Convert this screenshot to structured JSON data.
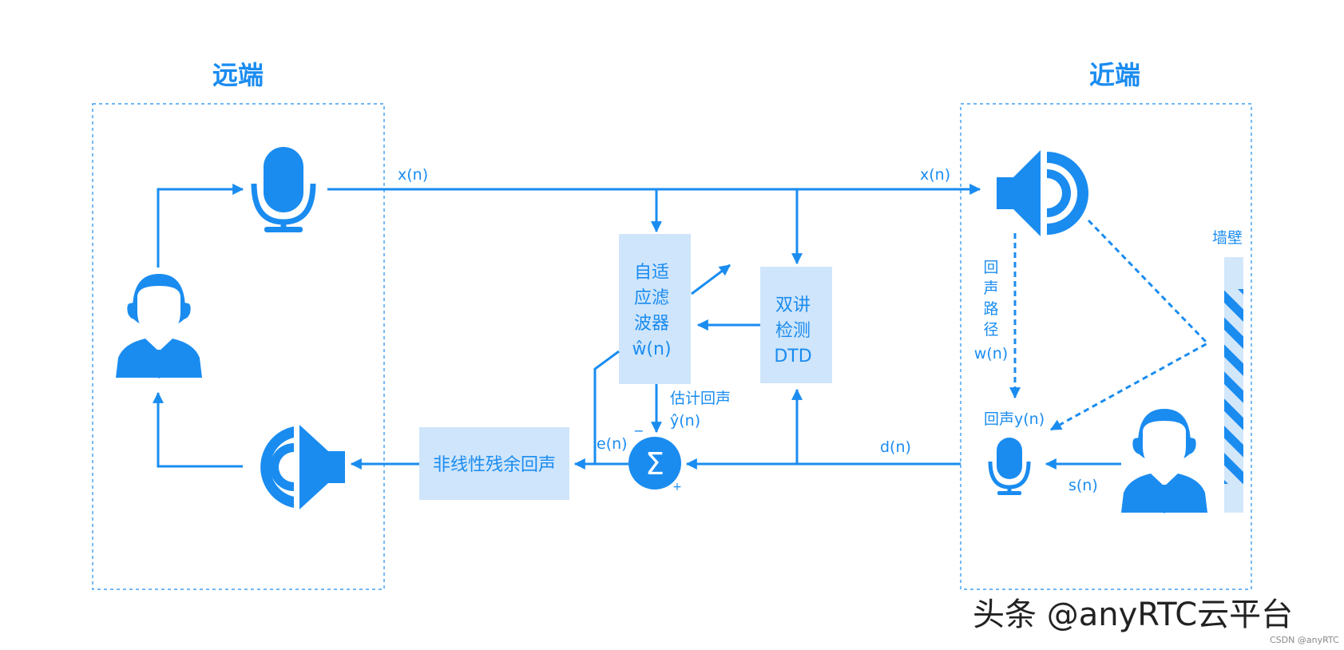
{
  "regions": {
    "far_end": "远端",
    "near_end": "近端"
  },
  "signals": {
    "x_far": "x(n)",
    "x_near": "x(n)",
    "d": "d(n)",
    "e": "e(n)",
    "s": "s(n)",
    "echo_y": "回声y(n)",
    "estimated_echo": "估计回声",
    "y_hat": "ŷ(n)"
  },
  "blocks": {
    "adaptive_filter": [
      "自适",
      "应滤",
      "波器",
      "ŵ(n)"
    ],
    "dtd": [
      "双讲",
      "检测",
      "DTD"
    ],
    "nonlinear": "非线性残余回声",
    "sum_symbol": "Σ",
    "minus": "−",
    "plus": "+"
  },
  "echo_path": [
    "回",
    "声",
    "路",
    "径",
    "w(n)"
  ],
  "wall": "墙壁",
  "watermark": "头条 @anyRTC云平台",
  "credit": "CSDN @anyRTC",
  "colors": {
    "primary": "#1a8cf0",
    "block_fill": "#cfe5fb",
    "wall_fill": "#d3e7fb"
  },
  "icons": [
    "person-icon",
    "microphone-icon",
    "speaker-icon",
    "wall-icon",
    "sum-icon"
  ]
}
